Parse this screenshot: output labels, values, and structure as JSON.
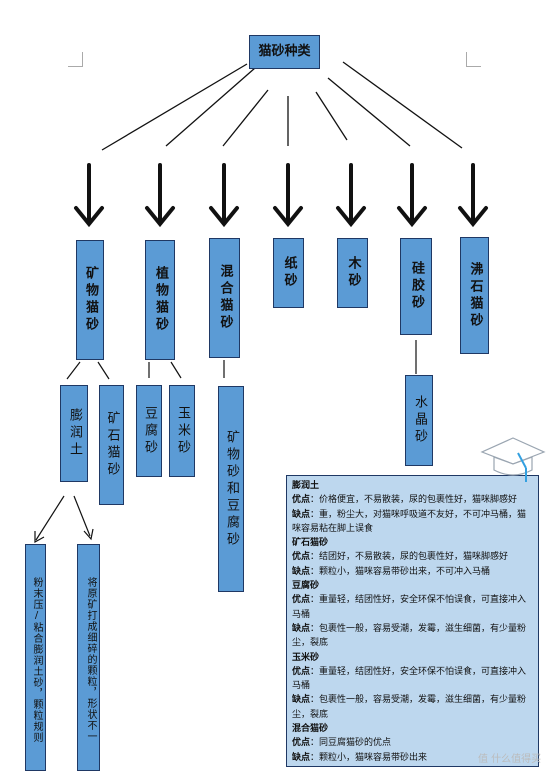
{
  "root": "猫砂种类",
  "categories": [
    {
      "id": "mineral",
      "label": "矿物猫砂"
    },
    {
      "id": "plant",
      "label": "植物猫砂"
    },
    {
      "id": "mixed",
      "label": "混合猫砂"
    },
    {
      "id": "paper",
      "label": "纸砂"
    },
    {
      "id": "wood",
      "label": "木砂"
    },
    {
      "id": "silica",
      "label": "硅胶砂"
    },
    {
      "id": "zeolite",
      "label": "沸石猫砂"
    }
  ],
  "subcategories": {
    "bentonite": "膨润土",
    "mineral_stone": "矿石猫砂",
    "tofu": "豆腐砂",
    "corn": "玉米砂",
    "mineral_tofu": "矿物砂和豆腐砂",
    "crystal": "水晶砂"
  },
  "descriptions": {
    "bentonite_a": "粉末压/粘合膨润土砂，颗粒规则",
    "bentonite_b": "将原矿打成细碎的颗粒，形状不一"
  },
  "notes": {
    "label_pros": "优点",
    "label_cons": "缺点",
    "bentonite": {
      "title": "膨润土",
      "pros": "：价格便宜，不易散装，尿的包裹性好，猫咪脚感好",
      "cons": "：重，粉尘大，对猫咪呼吸道不友好，不可冲马桶，猫咪容易粘在脚上误食"
    },
    "mineral": {
      "title": "矿石猫砂",
      "pros": "：结团好，不易散装，尿的包裹性好，猫咪脚感好",
      "cons": "：颗粒小，猫咪容易带砂出来，不可冲入马桶"
    },
    "tofu": {
      "title": "豆腐砂",
      "pros": "：重量轻，结团性好，安全环保不怕误食，可直接冲入马桶",
      "cons": "：包裹性一般，容易受潮，发霉，滋生细菌，有少量粉尘，裂底"
    },
    "corn": {
      "title": "玉米砂",
      "pros": "：重量轻，结团性好，安全环保不怕误食，可直接冲入马桶",
      "cons": "：包裹性一般，容易受潮，发霉，滋生细菌，有少量粉尘，裂底"
    },
    "mixed": {
      "title": "混合猫砂",
      "pros": "：同豆腐猫砂的优点",
      "cons": "：颗粒小，猫咪容易带砂出来"
    }
  },
  "watermark": "值 什么值得买",
  "colors": {
    "box": "#5b9bd5",
    "border": "#1f3864",
    "note": "#bdd7ee"
  }
}
